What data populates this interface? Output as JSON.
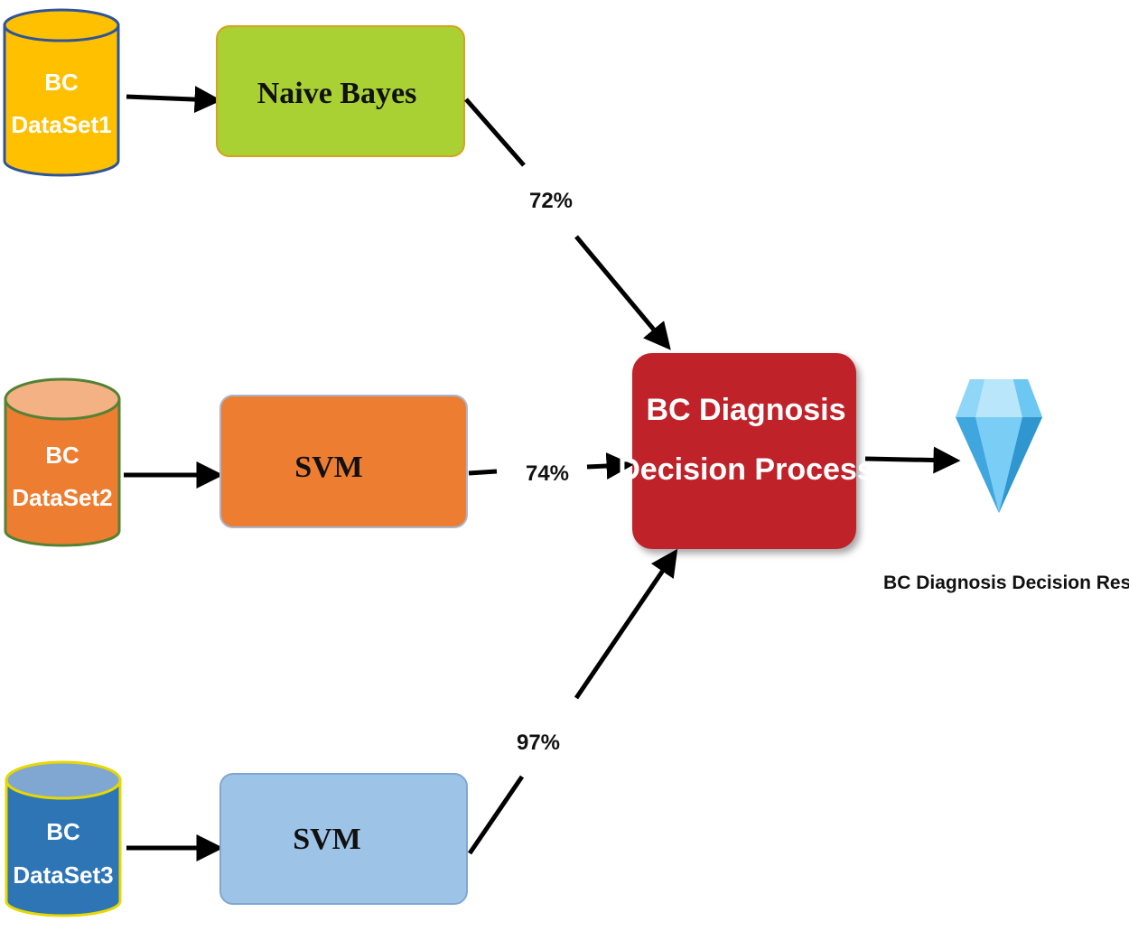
{
  "datasets": [
    {
      "line1": "BC",
      "line2": "DataSet1",
      "body_color": "#FFC000",
      "top_color": "#FFC000",
      "outline_color": "#2F5597",
      "text_color": "#FFFFFF"
    },
    {
      "line1": "BC",
      "line2": "DataSet2",
      "body_color": "#ED7D31",
      "top_color": "#F4B183",
      "outline_color": "#548235",
      "text_color": "#FFFFFF"
    },
    {
      "line1": "BC",
      "line2": "DataSet3",
      "body_color": "#2E75B6",
      "top_color": "#7FA7D2",
      "outline_color": "#E6D800",
      "text_color": "#FFE600"
    }
  ],
  "models": [
    {
      "label": "Naive Bayes",
      "fill": "#A9D134",
      "stroke": "#D6A21C"
    },
    {
      "label": "SVM",
      "fill": "#ED7D31",
      "stroke": "#A9B7CE"
    },
    {
      "label": "SVM",
      "fill": "#9DC3E6",
      "stroke": "#7FA7D2"
    }
  ],
  "accuracies": [
    "72%",
    "74%",
    "97%"
  ],
  "decision": {
    "line1": "BC Diagnosis",
    "line2": "Decision Process",
    "fill": "#C0202A"
  },
  "result": {
    "label": "BC Diagnosis Decision Result",
    "icon": "diamond-icon",
    "icon_color": "#4BB8EE"
  }
}
